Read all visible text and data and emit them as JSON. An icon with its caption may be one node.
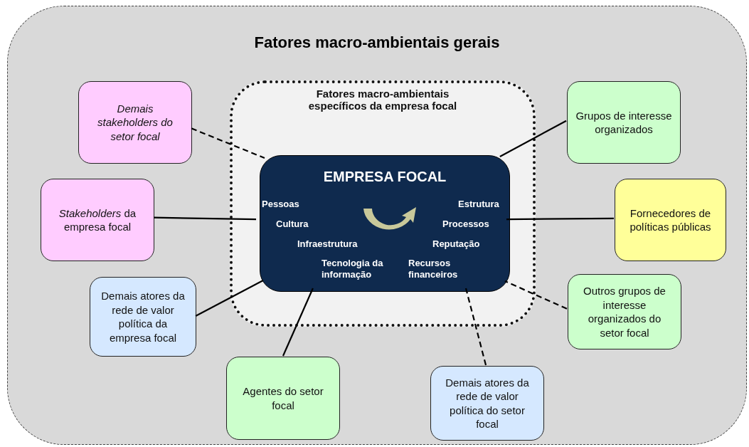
{
  "diagram": {
    "nodes": [
      {
        "text": [
          "Fatores macro-ambientais gerais"
        ]
      },
      {
        "text": [
          "Fatores macro-ambientais específicos da empresa focal"
        ],
        "in": 0
      },
      {
        "text": [
          "EMPRESA FOCAL",
          "Pessoas",
          "Cultura",
          "Infraestrutura",
          "Tecnologia da informação",
          "Estrutura",
          "Processos",
          "Reputação",
          "Recursos financeiros"
        ],
        "in": 1
      },
      {
        "text": [
          "Demais stakeholders do setor focal"
        ],
        "in": 0
      },
      {
        "text": [
          "Grupos de interesse organizados"
        ],
        "in": 0
      },
      {
        "text": [
          "*Stakeholders* da empresa focal"
        ],
        "in": 0
      },
      {
        "text": [
          "Fornecedores de políticas públicas"
        ],
        "in": 0
      },
      {
        "text": [
          "Demais atores da rede de valor política da empresa focal"
        ],
        "in": 0
      },
      {
        "text": [
          "Outros grupos de interesse organizados do setor focal"
        ],
        "in": 0
      },
      {
        "text": [
          "Agentes do setor focal"
        ],
        "in": 0
      },
      {
        "text": [
          "Demais atores da rede de valor política do setor focal"
        ],
        "in": 0
      }
    ],
    "edges": [
      {
        "from": 3,
        "to": 2,
        "arrow": "none",
        "style": "dashed"
      },
      {
        "from": 4,
        "to": 2,
        "arrow": "none"
      },
      {
        "from": 5,
        "to": 2,
        "arrow": "none"
      },
      {
        "from": 6,
        "to": 2,
        "arrow": "none"
      },
      {
        "from": 7,
        "to": 2,
        "arrow": "none"
      },
      {
        "from": 8,
        "to": 2,
        "arrow": "none",
        "style": "dashed"
      },
      {
        "from": 9,
        "to": 2,
        "arrow": "none"
      },
      {
        "from": 10,
        "to": 2,
        "arrow": "none",
        "style": "dashed"
      }
    ]
  }
}
